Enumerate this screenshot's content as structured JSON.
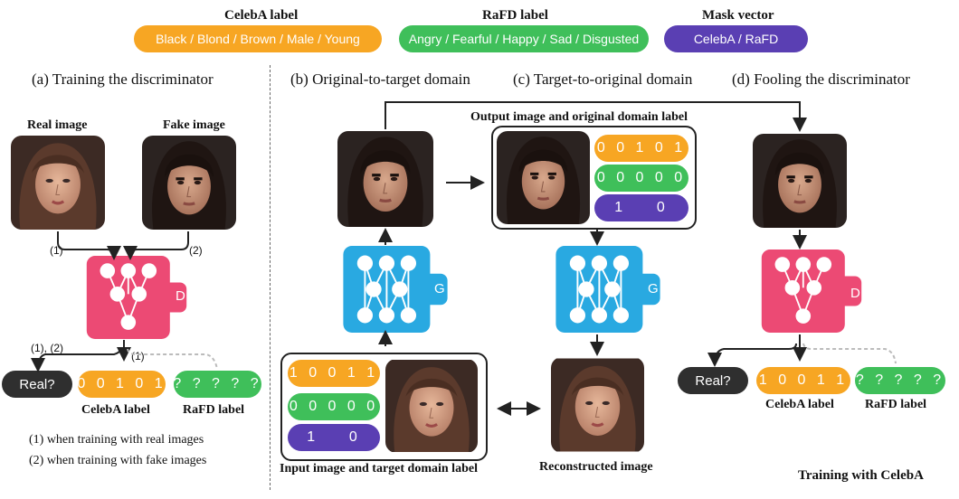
{
  "header": {
    "celeba_title": "CelebA label",
    "celeba_values": "Black / Blond / Brown / Male / Young",
    "rafd_title": "RaFD label",
    "rafd_values": "Angry / Fearful / Happy / Sad / Disgusted",
    "mask_title": "Mask vector",
    "mask_values": "CelebA / RaFD"
  },
  "panel_a": {
    "title": "(a) Training the discriminator",
    "real_image": "Real image",
    "fake_image": "Fake image",
    "arrow1": "(1)",
    "arrow2": "(2)",
    "d_label": "D",
    "out_left": "(1), (2)",
    "out_mid": "(1)",
    "real_q": "Real?",
    "celeba_vec": "0 0 1 0 1",
    "rafd_vec": "? ? ? ? ?",
    "celeba_caption": "CelebA label",
    "rafd_caption": "RaFD label",
    "note1": "(1) when training with real images",
    "note2": "(2) when training with fake images"
  },
  "panel_b": {
    "title": "(b) Original-to-target domain",
    "g_label": "G",
    "in_vec1": "1 0 0 1 1",
    "in_vec2": "0 0 0 0 0",
    "in_mask": "1    0",
    "caption": "Input image and target domain label"
  },
  "panel_c": {
    "title": "(c) Target-to-original domain",
    "top_caption": "Output image and original domain label",
    "out_vec1": "0 0 1 0 1",
    "out_vec2": "0 0 0 0 0",
    "out_mask": "1    0",
    "g_label": "G",
    "caption": "Reconstructed image"
  },
  "panel_d": {
    "title": "(d) Fooling the discriminator",
    "d_label": "D",
    "real_q": "Real?",
    "celeba_vec": "1 0 0 1 1",
    "rafd_vec": "? ? ? ? ?",
    "celeba_caption": "CelebA label",
    "rafd_caption": "RaFD label",
    "footer": "Training with CelebA"
  },
  "colors": {
    "orange": "#f7a623",
    "green": "#3fbf5a",
    "purple": "#5a3fb3",
    "generator": "#29a9e1",
    "discriminator": "#ec4a74",
    "dark": "#2f2f2f"
  },
  "icons": [
    "female-face-image",
    "male-face-image",
    "discriminator-network-icon",
    "generator-network-icon"
  ]
}
